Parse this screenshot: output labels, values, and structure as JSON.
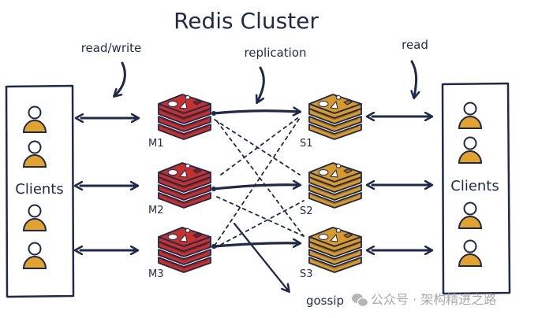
{
  "title": "Redis Cluster",
  "annotations": {
    "read_write": "read/write",
    "replication": "replication",
    "read": "read",
    "gossip": "gossip"
  },
  "client_groups": [
    {
      "label": "Clients",
      "user_count": 4
    },
    {
      "label": "Clients",
      "user_count": 4
    }
  ],
  "masters": [
    {
      "label": "M1"
    },
    {
      "label": "M2"
    },
    {
      "label": "M3"
    }
  ],
  "replicas": [
    {
      "label": "S1"
    },
    {
      "label": "S2"
    },
    {
      "label": "S3"
    }
  ],
  "colors": {
    "ink": "#1f2a4a",
    "master": "#c8302d",
    "master_dark": "#8a1e1c",
    "replica": "#d99a2b",
    "replica_dark": "#9a6a16",
    "user": "#e2a22e"
  },
  "watermark": {
    "icon": "wechat-icon",
    "text": "公众号 · 架构精进之路"
  }
}
